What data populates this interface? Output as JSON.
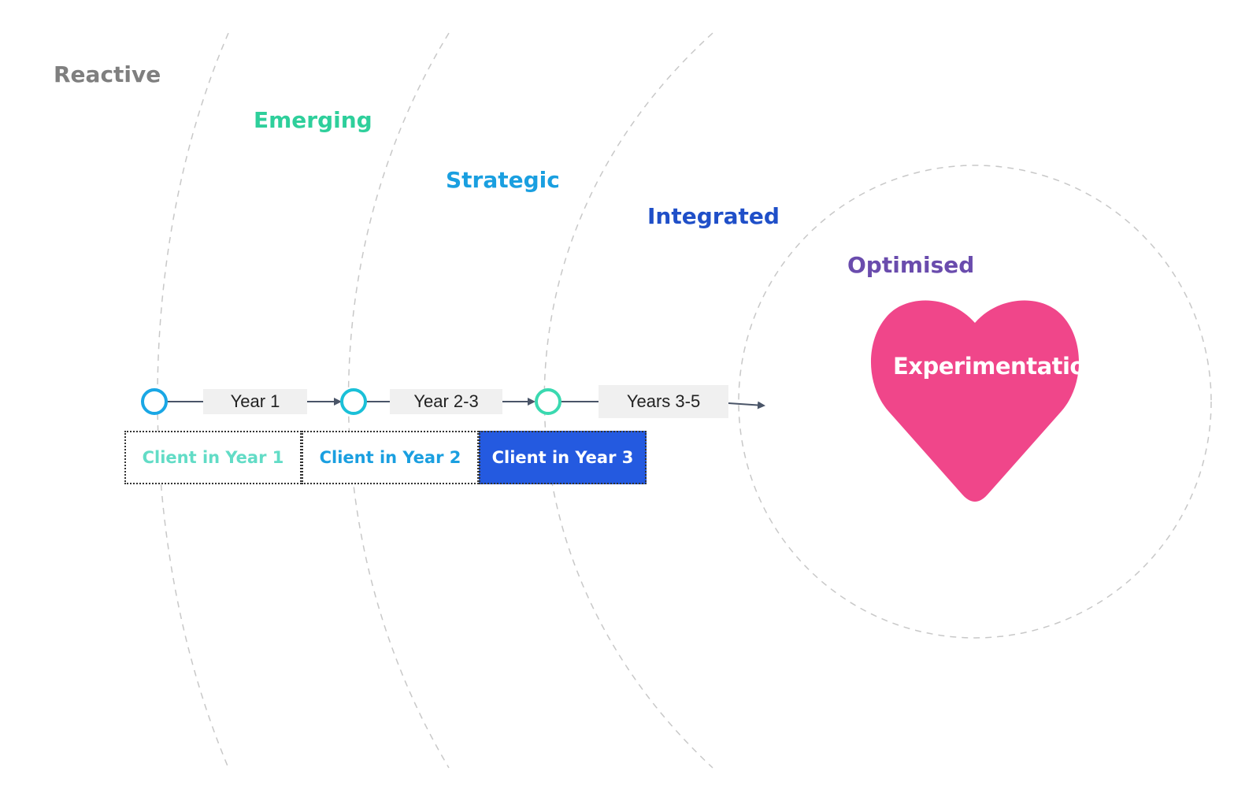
{
  "stages": [
    {
      "label": "Reactive",
      "color": "#7f7f7f"
    },
    {
      "label": "Emerging",
      "color": "#2ecf9b"
    },
    {
      "label": "Strategic",
      "color": "#1a9fe0"
    },
    {
      "label": "Integrated",
      "color": "#1f4fc8"
    },
    {
      "label": "Optimised",
      "color": "#6a4cad"
    }
  ],
  "timeline": {
    "periods": [
      "Year 1",
      "Year 2-3",
      "Years 3-5"
    ],
    "node_colors": [
      "#1aa7e5",
      "#1ac0d8",
      "#3ad9b0"
    ]
  },
  "clients": [
    {
      "label": "Client in Year 1",
      "text_color": "#62dcc6",
      "fill": "#ffffff"
    },
    {
      "label": "Client in Year 2",
      "text_color": "#1a9fe0",
      "fill": "#ffffff"
    },
    {
      "label": "Client in Year 3",
      "text_color": "#ffffff",
      "fill": "#245ae0"
    }
  ],
  "goal": {
    "label": "Experimentation",
    "color": "#f0468a",
    "icon": "heart-icon"
  }
}
